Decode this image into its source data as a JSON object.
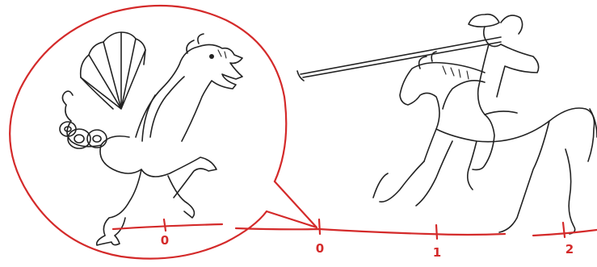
{
  "scale": {
    "inset_tick_label": "0",
    "ticks": [
      {
        "value": 0,
        "label": "0"
      },
      {
        "value": 1,
        "label": "1"
      },
      {
        "value": 2,
        "label": "2"
      }
    ]
  },
  "colors": {
    "annotation": "#d42a2a",
    "drawing": "#222222",
    "background": "#ffffff"
  }
}
